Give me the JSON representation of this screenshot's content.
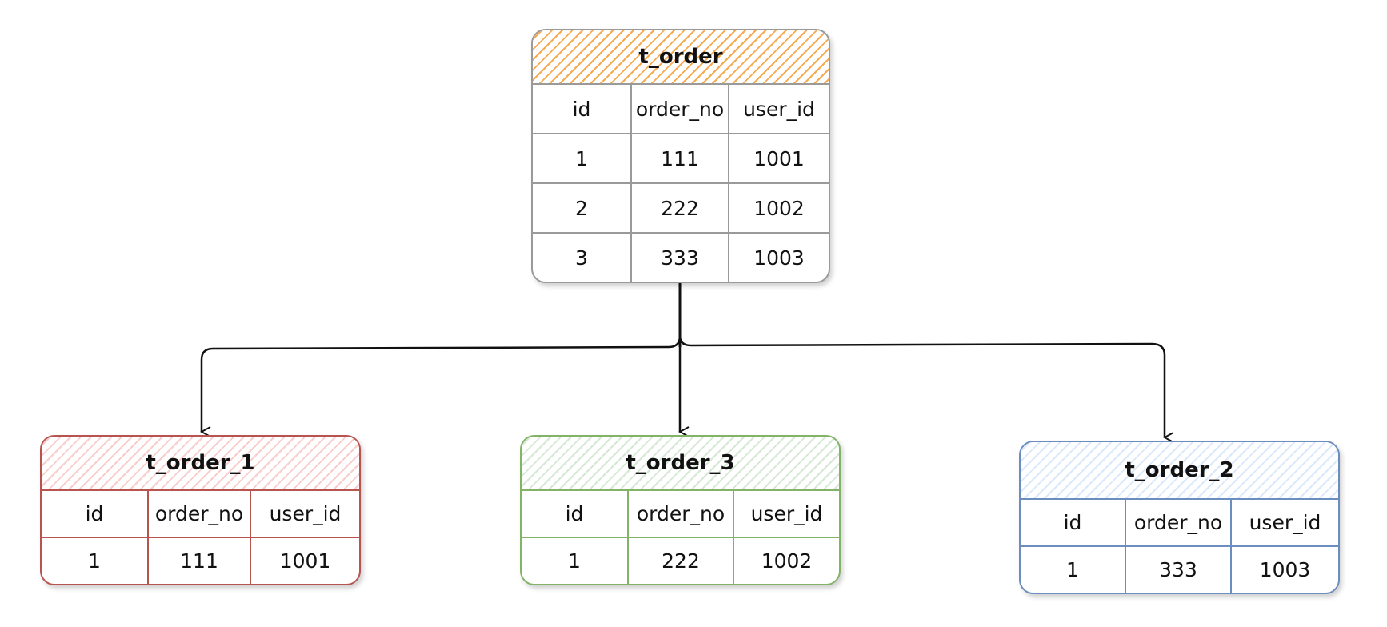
{
  "colors": {
    "main_border": "#9a9a9a",
    "main_hatch": "#f6a94f",
    "t1_border": "#b85450",
    "t1_hatch": "#f8cecc",
    "t3_border": "#82b366",
    "t3_hatch": "#d5e8d4",
    "t2_border": "#6c8ebf",
    "t2_hatch": "#dae8fc",
    "connector": "#111111"
  },
  "tables": {
    "main": {
      "title": "t_order",
      "headers": [
        "id",
        "order_no",
        "user_id"
      ],
      "rows": [
        [
          "1",
          "111",
          "1001"
        ],
        [
          "2",
          "222",
          "1002"
        ],
        [
          "3",
          "333",
          "1003"
        ]
      ]
    },
    "t1": {
      "title": "t_order_1",
      "headers": [
        "id",
        "order_no",
        "user_id"
      ],
      "rows": [
        [
          "1",
          "111",
          "1001"
        ]
      ]
    },
    "t3": {
      "title": "t_order_3",
      "headers": [
        "id",
        "order_no",
        "user_id"
      ],
      "rows": [
        [
          "1",
          "222",
          "1002"
        ]
      ]
    },
    "t2": {
      "title": "t_order_2",
      "headers": [
        "id",
        "order_no",
        "user_id"
      ],
      "rows": [
        [
          "1",
          "333",
          "1003"
        ]
      ]
    }
  }
}
